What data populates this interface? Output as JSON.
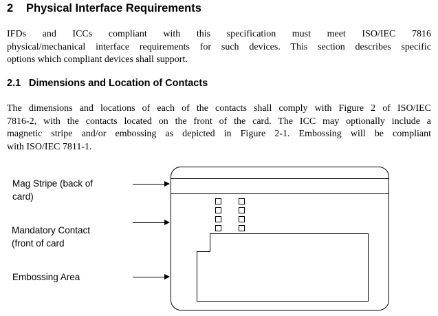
{
  "page": {
    "background": "#ffffff",
    "ink": "#000000"
  },
  "sections": {
    "s2": {
      "number": "2",
      "title": "Physical Interface Requirements",
      "para_lines": [
        "IFDs and ICCs compliant with this specification must meet ISO/IEC 7816",
        "physical/mechanical interface requirements for such devices. This section describes specific",
        "options which compliant devices shall support."
      ]
    },
    "s2_1": {
      "number": "2.1",
      "title": "Dimensions and Location of Contacts",
      "para_lines": [
        "The dimensions and locations of each of the contacts shall comply with Figure 2 of ISO/IEC",
        "7816-2, with the contacts located on the front of the card. The ICC may optionally include a",
        "magnetic stripe and/or embossing as depicted in Figure 2-1. Embossing will be compliant",
        "with ISO/IEC 7811-1."
      ]
    }
  },
  "figure": {
    "labels": {
      "mag_stripe_line1": "Mag Stripe (back of",
      "mag_stripe_line2": "card)",
      "contact_line1": "Mandatory Contact",
      "contact_line2": "(front of card",
      "embossing_line1": "Embossing Area"
    },
    "colors": {
      "line": "#000000",
      "card_fill": "#ffffff"
    }
  }
}
